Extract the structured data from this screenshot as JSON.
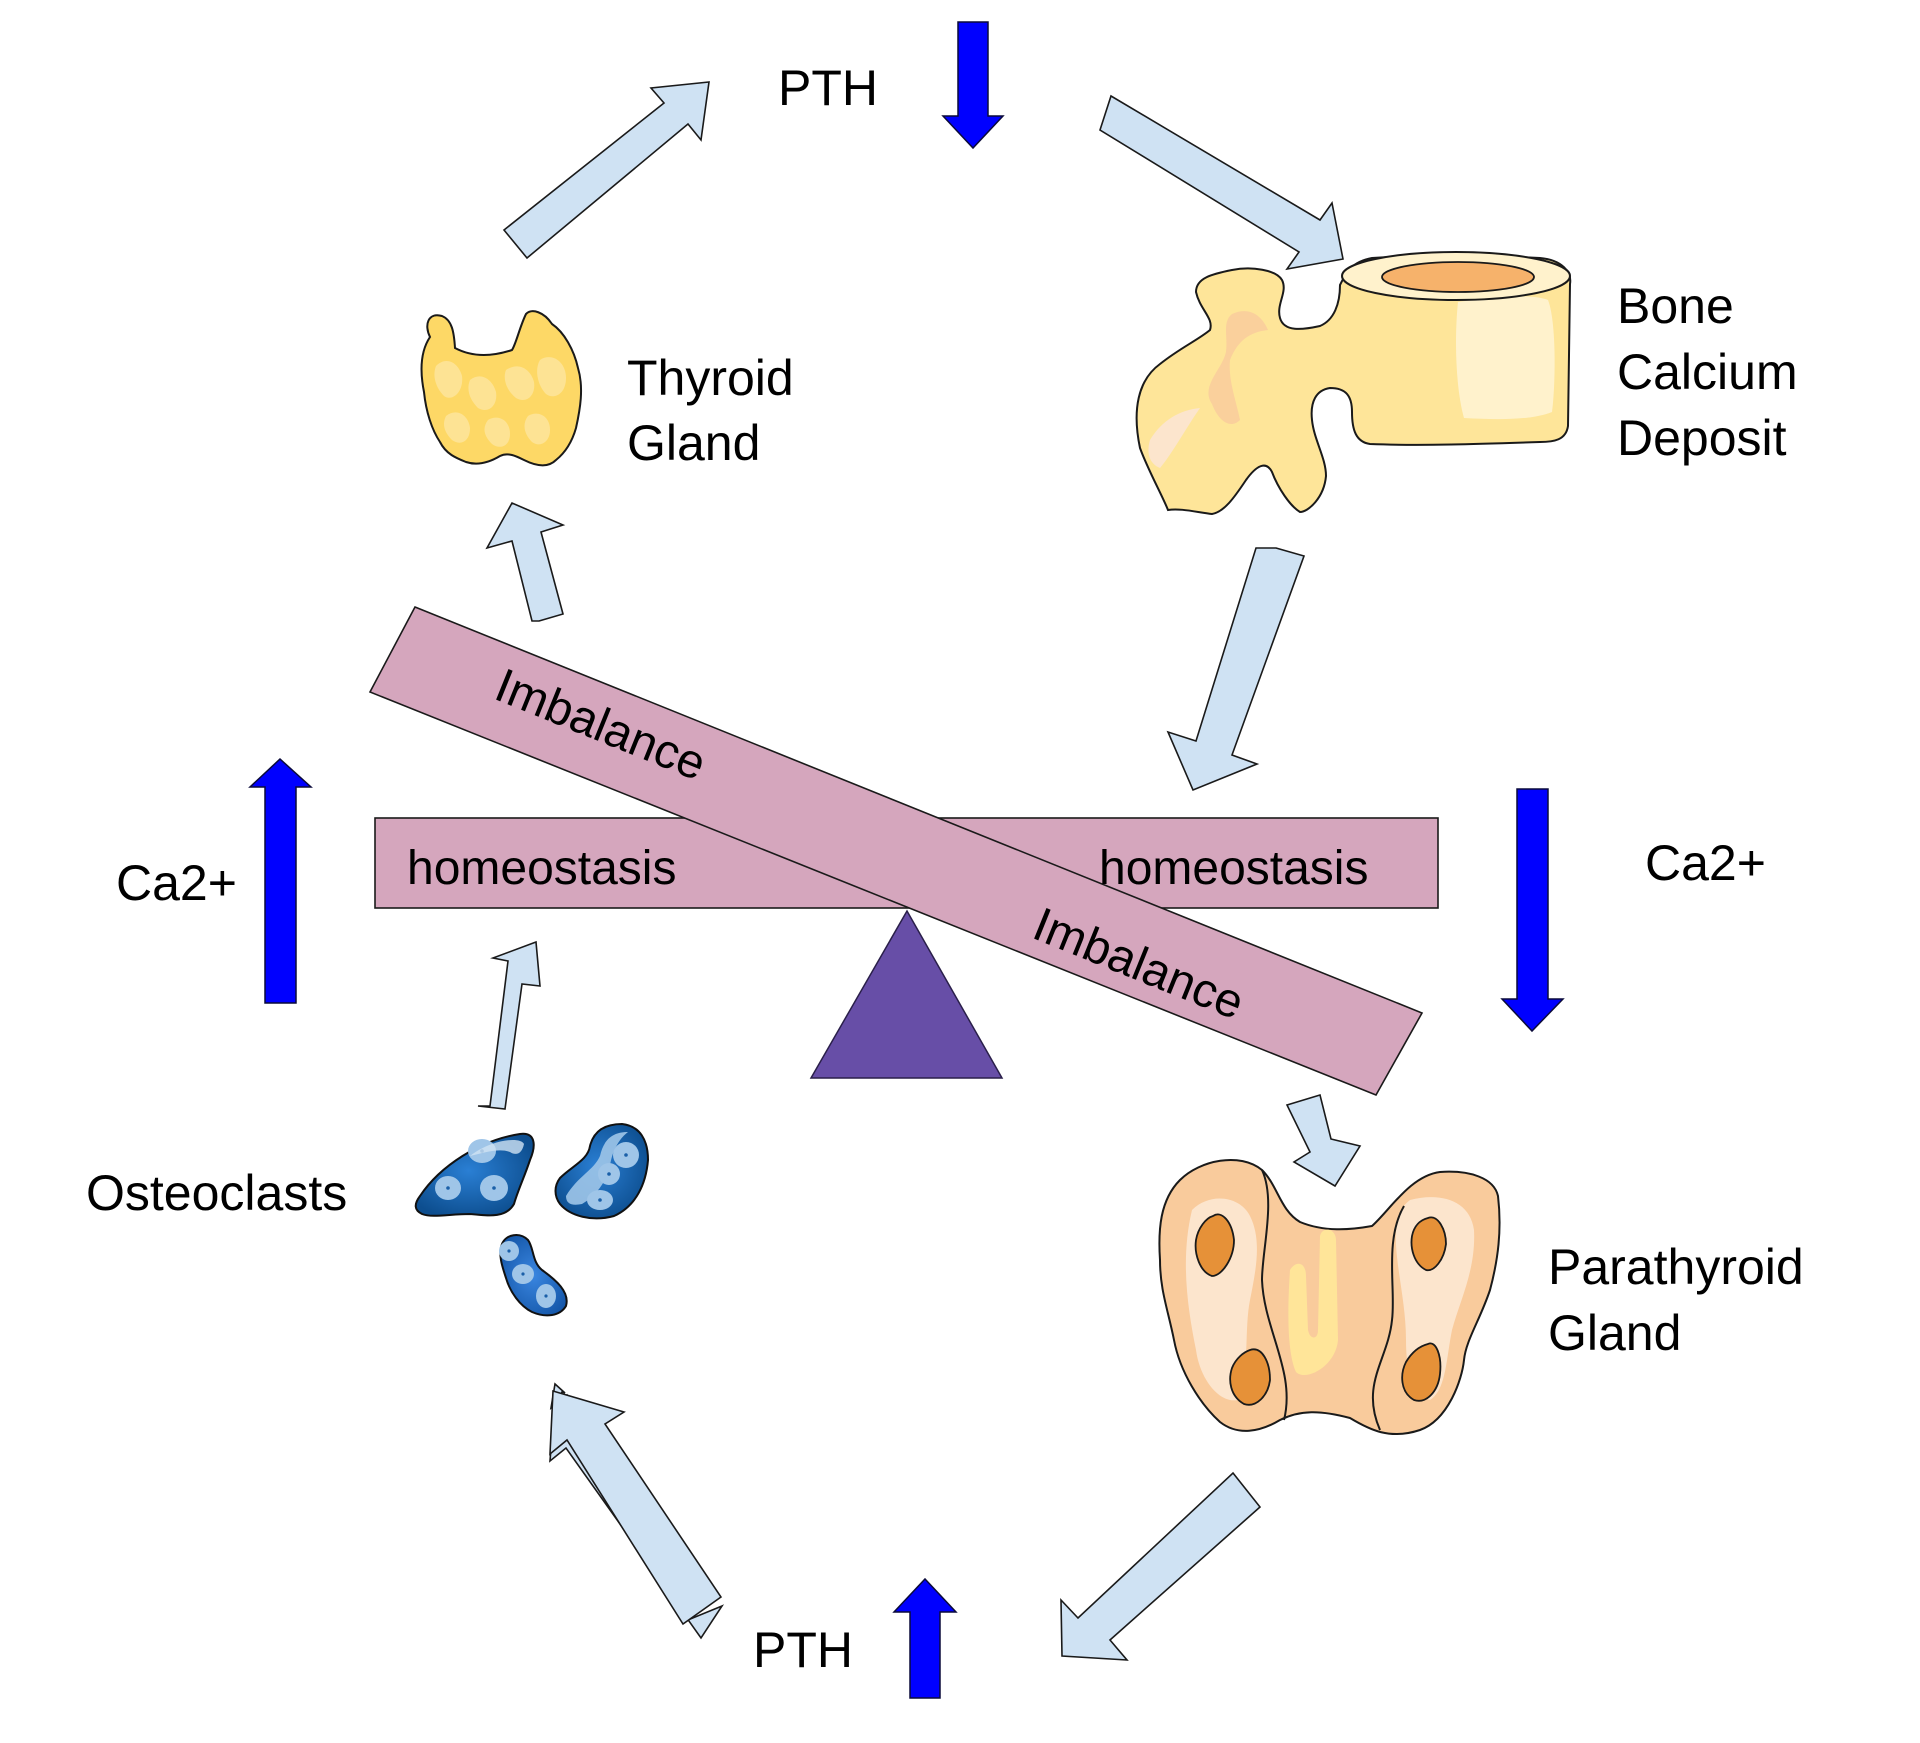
{
  "title": "Calcium homeostasis regulation by PTH",
  "labels": {
    "pth_top": "PTH",
    "pth_bottom": "PTH",
    "thyroid_line1": "Thyroid",
    "thyroid_line2": "Gland",
    "bone_line1": "Bone",
    "bone_line2": "Calcium",
    "bone_line3": "Deposit",
    "parathyroid_line1": "Parathyroid",
    "parathyroid_line2": "Gland",
    "osteoclasts": "Osteoclasts",
    "ca_left": "Ca2+",
    "ca_right": "Ca2+",
    "homeostasis_left": "homeostasis",
    "homeostasis_right": "homeostasis",
    "imbalance_upper": "Imbalance",
    "imbalance_lower": "Imbalance"
  },
  "indicators": {
    "pth_top": "decrease",
    "pth_bottom": "increase",
    "ca_left": "increase",
    "ca_right": "decrease"
  },
  "flow": [
    "Ca2+ increase (imbalance) → Thyroid Gland",
    "Thyroid Gland → PTH decrease",
    "PTH decrease → Bone Calcium Deposit",
    "Bone Calcium Deposit → homeostasis",
    "Ca2+ decrease (imbalance) → Parathyroid Gland",
    "Parathyroid Gland → PTH increase",
    "PTH increase → Osteoclasts",
    "Osteoclasts → homeostasis"
  ],
  "colors": {
    "flow_arrow_fill": "#cfe2f3",
    "indicator_arrow": "#0000ff",
    "beam_fill": "#d5a6bd",
    "fulcrum": "#674ea7",
    "thyroid": "#fdd866",
    "bone": "#fee599",
    "parathyroid": "#f9cb9c",
    "osteoclast": "#1a5fa8"
  }
}
